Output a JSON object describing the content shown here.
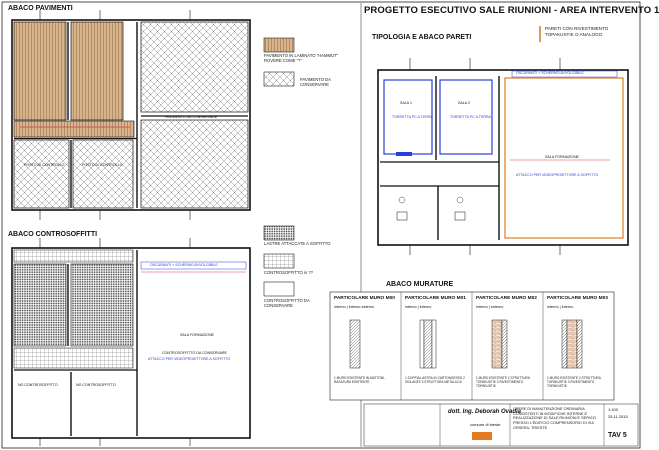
{
  "sheet": {
    "title": "PROGETTO ESECUTIVO SALE RIUNIONI  - AREA INTERVENTO 1",
    "sections": {
      "pavimenti": "ABACO PAVIMENTI",
      "controsoffitti": "ABACO CONTROSOFFITTI",
      "pareti": "TIPOLOGIA E ABACO PARETI",
      "murature": "ABACO MURATURE"
    }
  },
  "legend_pavimenti": [
    {
      "label": "PAVIMENTO IN LAMINATO \"HAMMUT\" ROVERE COME \"?\""
    },
    {
      "label": "PAVIMENTO DA CONSERVARE"
    }
  ],
  "legend_controsoffitti": [
    {
      "label": "LASTRE ATTACCATE A SOFFITTO"
    },
    {
      "label": "CONTROSOFFITTO in ??"
    },
    {
      "label": "CONTROSOFFITTO DA CONSERVARE"
    }
  ],
  "legend_pareti": {
    "label": "PARETI CON RIVESTIMENTO TOPAKUSTIK O ANALOGO",
    "swatch_color": "#e07b20"
  },
  "plan_pavimenti": {
    "conserve_label": "PAVIMENTO DA CONSERVARE",
    "room_a": "POSTO DI CONTROLLO",
    "room_b": "POSTO DI CONTROLLO"
  },
  "plan_controsoffitti": {
    "blue_band": "OSCURANTI + SCHERMO AVVOLGIBILE",
    "room_label": "SALA FORMAZIONE",
    "conserve_label": "CONTROSOFFITTO DA CONSERVARE",
    "attach_label": "ATTACCO PER VIDEOPROIETTORE A SOFFITTO",
    "no_cs_a": "NO CONTROSOFFITTO",
    "no_cs_b": "NO CONTROSOFFITTO"
  },
  "plan_pareti": {
    "blue_band": "OSCURANTI + SCHERMO AVVOLGIBILE",
    "sala1": "SALA 1",
    "sala2": "SALA 2",
    "torretta1": "TORRETTA PC A TERRA",
    "torretta2": "TORRETTA PC A TERRA",
    "sala_formazione": "SALA FORMAZIONE",
    "attach_label": "ATTACCO PER VIDEOPROIETTORE A SOFFITTO"
  },
  "murature": [
    {
      "title": "PARTICOLARE MURO M00",
      "sub": "interno | interno-esterno",
      "note": "1 MURO ESISTENTE IN MATTONI, RASATURA ESISTENTE"
    },
    {
      "title": "PARTICOLARE MURO M01",
      "sub": "interno | interno",
      "note": "1 DOPPIA LASTRA IN CARTONGESSO 2 ISOLANTE 3 STRUTTURA METALLICA"
    },
    {
      "title": "PARTICOLARE MURO M02",
      "sub": "interno | esterno",
      "note": "1 MURO ESISTENTE 2 STRUTTURA TOPAKUSTIK 3 RIVESTIMENTO TOPAKUSTIK"
    },
    {
      "title": "PARTICOLARE MURO M03",
      "sub": "interno | interno",
      "note": "1 MURO ESISTENTE 2 STRUTTURA TOPAKUSTIK 3 RIVESTIMENTO TOPAKUSTIK"
    }
  ],
  "title_block": {
    "designer": "dott. Ing. Deborah Ovadia",
    "comune": "comune di trieste",
    "description": "OPERE DI MANUTENZIONE ORDINARIA CONSISTENTI IN MODIFICHE INTERNE E REALIZZAZIONE DI SALE RIUNIONI E SERVIZI PRESSO L'EDIFICIO COMPRENSORIO DI VIA ORSERA, TRIESTE",
    "scale": "1:100",
    "date": "25.11.2015",
    "tav": "TAV 5"
  },
  "colors": {
    "wood": "#d9b48a",
    "orange": "#e07b20",
    "blue": "#2a3fd6",
    "red": "#c8102e",
    "line": "#222222"
  }
}
